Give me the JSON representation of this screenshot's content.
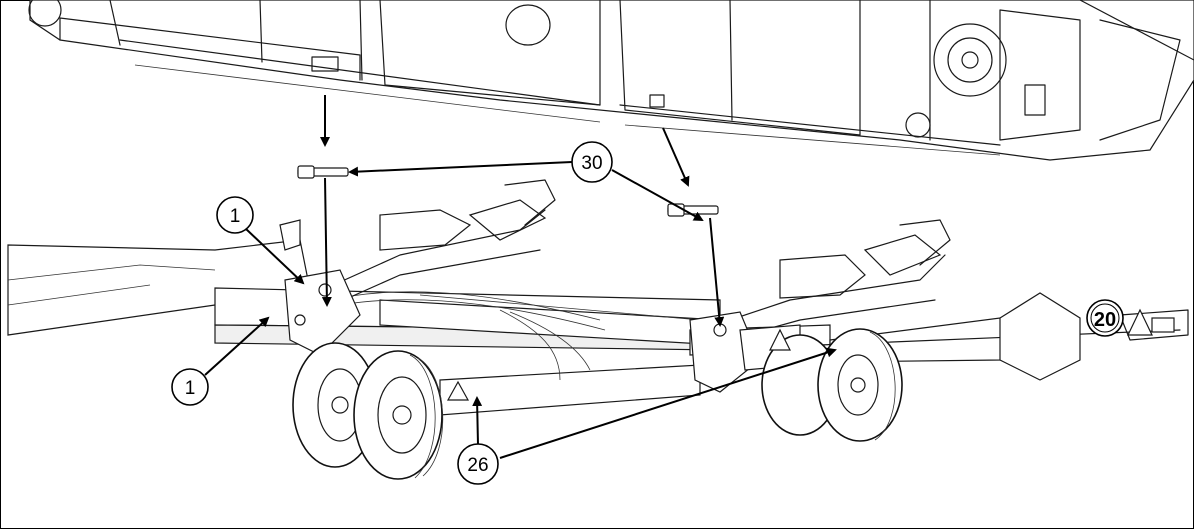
{
  "callouts": {
    "label_1_upper": "1",
    "label_1_lower": "1",
    "label_26": "26",
    "label_30": "30"
  },
  "speed_sign": "20"
}
